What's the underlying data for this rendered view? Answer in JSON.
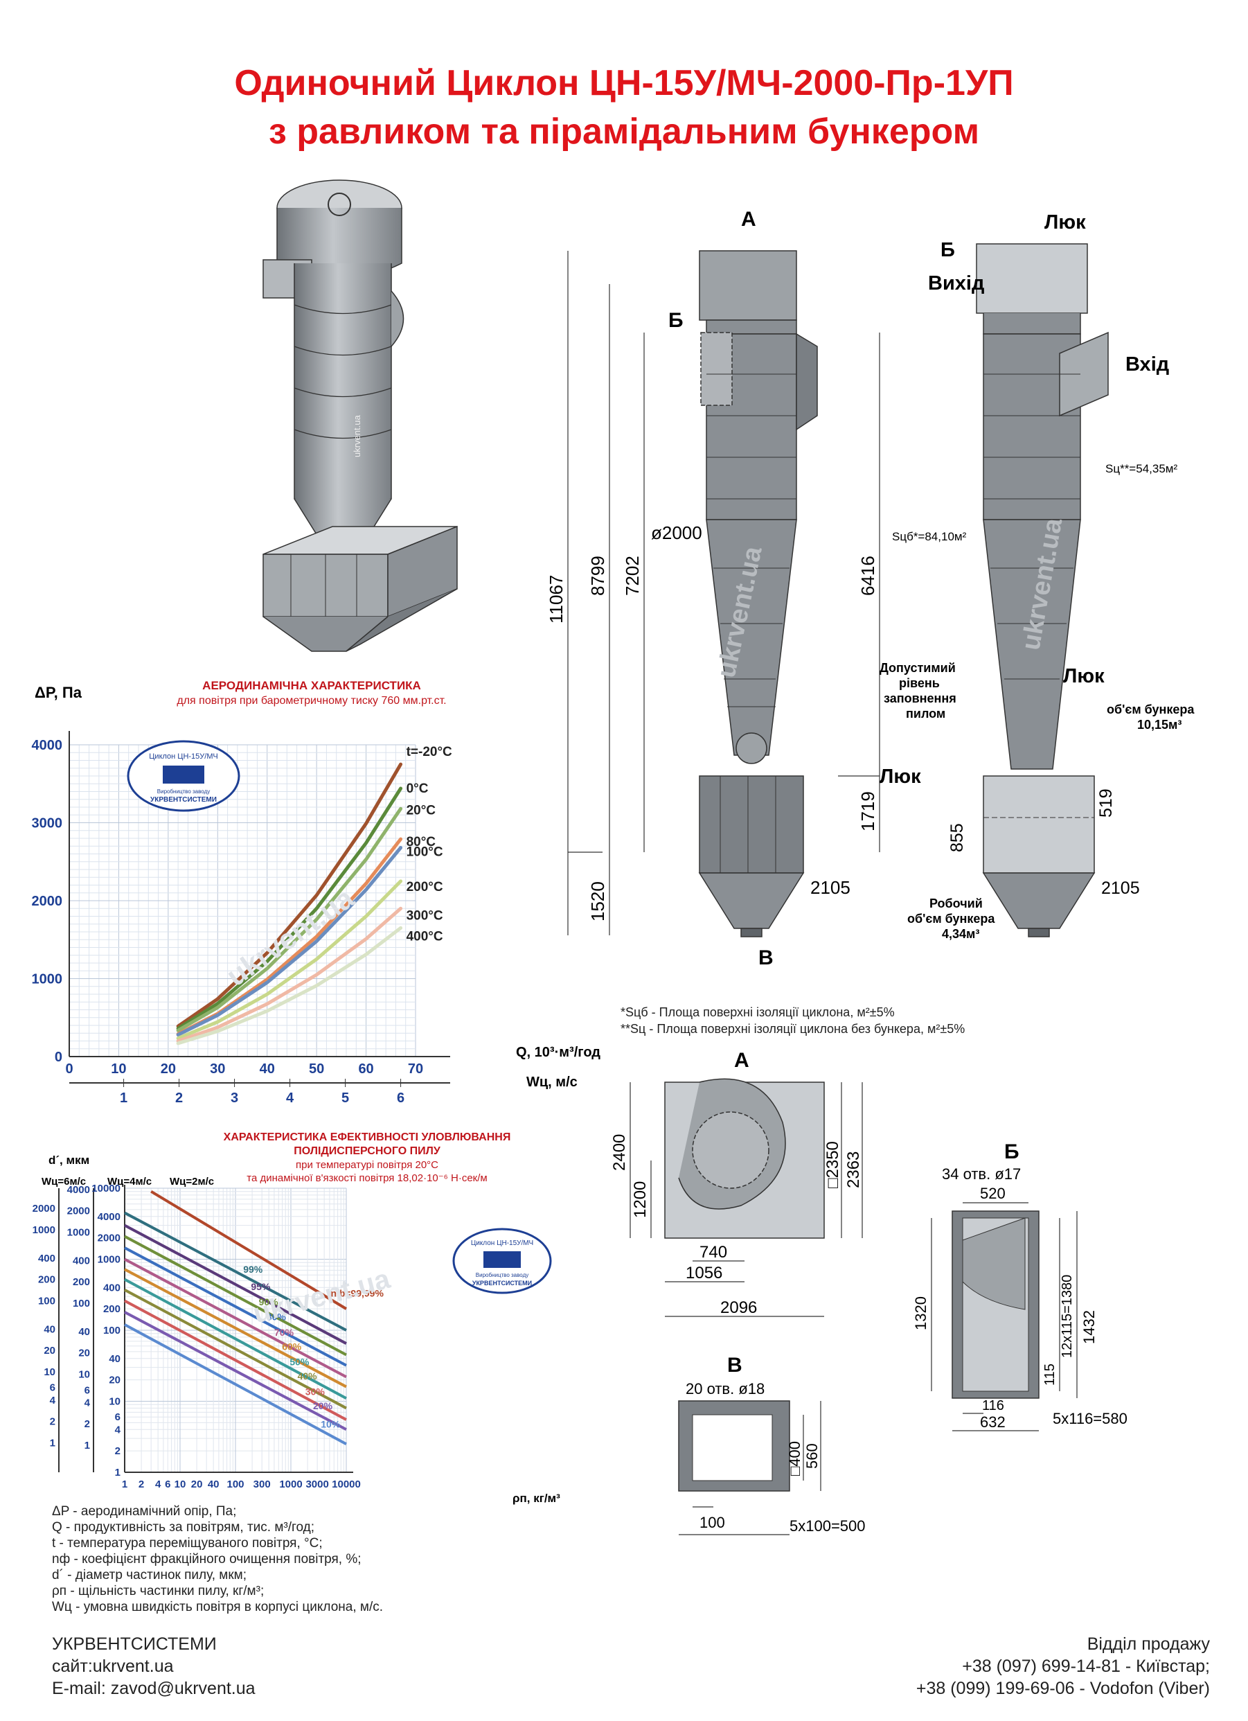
{
  "header": {
    "title_line1": "Одиночний Циклон  ЦН-15У/МЧ-2000-Пр-1УП",
    "title_line2": "з равликом та пірамідальним бункером"
  },
  "watermark": "ukrvent.ua",
  "side_view": {
    "label_a": "А",
    "label_b": "Б",
    "label_v": "В",
    "dims": {
      "h_total": "11067",
      "h_8799": "8799",
      "h_7202": "7202",
      "h_6416": "6416",
      "h_1719": "1719",
      "h_1520": "1520",
      "diameter": "ø2000",
      "w_2105": "2105"
    }
  },
  "right_view": {
    "luk_top": "Люк",
    "label_b": "Б",
    "out_label": "Вихід",
    "in_label": "Вхід",
    "area_no_bunker": "Sц**=54,35м²",
    "area_total": "Sцб*=84,10м²",
    "fill_level": [
      "Допустимий",
      "рівень",
      "заповнення",
      "пилом"
    ],
    "luk_mid": "Люк",
    "luk_left": "Люк",
    "bunker_volume": [
      "об'єм бункера",
      "10,15м³"
    ],
    "work_volume": [
      "Робочий",
      "об'єм бункера",
      "4,34м³"
    ],
    "dims": {
      "d_519": "519",
      "d_855": "855",
      "d_2105": "2105"
    }
  },
  "notes": {
    "note1": "*Sцб - Площа поверхні ізоляції циклона, м²±5%",
    "note2": "**Sц - Площа поверхні ізоляції циклона без бункера, м²±5%"
  },
  "aero_chart": {
    "title": "АЕРОДИНАМІЧНА ХАРАКТЕРИСТИКА",
    "subtitle": "для повітря при барометричному тиску 760 мм.рт.ст.",
    "ylabel": "ΔP, Па",
    "xlabel1": "Q, 10³·м³/год",
    "xlabel2": "Wц, м/с",
    "stamp": [
      "Циклон ЦН-15У/МЧ",
      "Виробництво заводу",
      "УКРВЕНТСИСТЕМИ"
    ]
  },
  "eff_chart": {
    "title": [
      "ХАРАКТЕРИСТИКА ЕФЕКТИВНОСТІ УЛОВЛЮВАННЯ",
      "ПОЛІДИСПЕРСНОГО ПИЛУ"
    ],
    "subtitle": [
      "при температурі повітря 20°С",
      "та динамічної в'язкості повітря  18,02·10⁻⁶ Н·сек/м"
    ],
    "axis_headers": {
      "d": "d´, мкм",
      "w6": "Wц=6м/с",
      "w4": "Wц=4м/с",
      "w2": "Wц=2м/с"
    },
    "xlabel": "ρп, кг/м³",
    "stamp": [
      "Циклон ЦН-15У/МЧ",
      "Виробництво заводу",
      "УКРВЕНТСИСТЕМИ"
    ]
  },
  "chart_data": [
    {
      "type": "line",
      "title": "АЕРОДИНАМІЧНА ХАРАКТЕРИСТИКА",
      "xlabel": "Q, 10³·м³/год",
      "ylabel": "ΔP, Па",
      "xlim": [
        0,
        70
      ],
      "ylim": [
        0,
        4000
      ],
      "x_ticks": [
        0,
        10,
        20,
        30,
        40,
        50,
        60,
        70
      ],
      "y_ticks": [
        0,
        1000,
        2000,
        3000,
        4000
      ],
      "x2_ticks": [
        1,
        2,
        3,
        4,
        5,
        6
      ],
      "grid": true,
      "x": [
        22,
        30,
        40,
        50,
        60,
        67
      ],
      "series": [
        {
          "name": "t=-20°C",
          "color": "#a0522d",
          "values": [
            390,
            740,
            1330,
            2070,
            2990,
            3750
          ]
        },
        {
          "name": "0°C",
          "color": "#5a8a3a",
          "values": [
            360,
            680,
            1220,
            1900,
            2740,
            3440
          ]
        },
        {
          "name": "20°C",
          "color": "#8fb36b",
          "values": [
            335,
            630,
            1130,
            1760,
            2530,
            3180
          ]
        },
        {
          "name": "80°C",
          "color": "#e58b5a",
          "values": [
            290,
            550,
            990,
            1540,
            2220,
            2790
          ]
        },
        {
          "name": "100°C",
          "color": "#6a8dbf",
          "values": [
            280,
            530,
            950,
            1480,
            2140,
            2680
          ]
        },
        {
          "name": "200°C",
          "color": "#c8d88a",
          "values": [
            235,
            445,
            800,
            1250,
            1800,
            2250
          ]
        },
        {
          "name": "300°C",
          "color": "#f0b9a5",
          "values": [
            200,
            375,
            675,
            1050,
            1510,
            1900
          ]
        },
        {
          "name": "400°C",
          "color": "#d9e3c6",
          "values": [
            170,
            325,
            585,
            910,
            1310,
            1650
          ]
        }
      ]
    },
    {
      "type": "line",
      "title": "ХАРАКТЕРИСТИКА ЕФЕКТИВНОСТІ УЛОВЛЮВАННЯ ПОЛІДИСПЕРСНОГО ПИЛУ",
      "xlabel": "ρп, кг/м³",
      "log_x": true,
      "log_y": true,
      "x_ticks": [
        1,
        2,
        4,
        6,
        10,
        20,
        40,
        100,
        300,
        1000,
        3000,
        10000
      ],
      "y_ticks_w2": [
        1,
        2,
        4,
        6,
        10,
        20,
        40,
        100,
        200,
        400,
        1000,
        2000,
        4000,
        10000
      ],
      "y_ticks_w4": [
        1,
        2,
        4,
        6,
        10,
        20,
        40,
        100,
        200,
        400,
        1000,
        2000,
        4000
      ],
      "y_ticks_d": [
        1,
        2,
        4,
        6,
        10,
        20,
        40,
        100,
        200,
        400,
        1000,
        2000,
        4000
      ],
      "grid": true,
      "series": [
        {
          "name": "nф=99,99%",
          "color": "#b2472a",
          "start": [
            3,
            9000
          ],
          "end": [
            10000,
            200
          ]
        },
        {
          "name": "99%",
          "color": "#2f6f7f",
          "start": [
            1,
            4500
          ],
          "end": [
            10000,
            100
          ]
        },
        {
          "name": "95%",
          "color": "#5a3a7a",
          "start": [
            1,
            3000
          ],
          "end": [
            10000,
            65
          ]
        },
        {
          "name": "90%",
          "color": "#6f8f3a",
          "start": [
            1,
            2100
          ],
          "end": [
            10000,
            45
          ]
        },
        {
          "name": "80%",
          "color": "#3a6fbf",
          "start": [
            1,
            1450
          ],
          "end": [
            10000,
            32
          ]
        },
        {
          "name": "70%",
          "color": "#b05a8a",
          "start": [
            1,
            1000
          ],
          "end": [
            10000,
            22
          ]
        },
        {
          "name": "60%",
          "color": "#d08a30",
          "start": [
            1,
            720
          ],
          "end": [
            10000,
            16
          ]
        },
        {
          "name": "50%",
          "color": "#3a9a9a",
          "start": [
            1,
            520
          ],
          "end": [
            10000,
            11
          ]
        },
        {
          "name": "40%",
          "color": "#8a8a3a",
          "start": [
            1,
            370
          ],
          "end": [
            10000,
            8
          ]
        },
        {
          "name": "30%",
          "color": "#d05a5a",
          "start": [
            1,
            260
          ],
          "end": [
            10000,
            5.5
          ]
        },
        {
          "name": "20%",
          "color": "#7a5ab0",
          "start": [
            1,
            180
          ],
          "end": [
            10000,
            4
          ]
        },
        {
          "name": "10%",
          "color": "#5a8ad0",
          "start": [
            1,
            120
          ],
          "end": [
            10000,
            2.5
          ]
        }
      ]
    }
  ],
  "view_a": {
    "label": "А",
    "dims": {
      "d_2400": "2400",
      "d_1200": "1200",
      "d_2350": "□2350",
      "d_2363": "2363",
      "d_740": "740",
      "d_1056": "1056",
      "d_2096": "2096"
    }
  },
  "view_v": {
    "label": "В",
    "holes": "20 отв. ø18",
    "dims": {
      "d_400": "□400",
      "d_560": "560",
      "d_100": "100",
      "d_500": "5x100=500"
    }
  },
  "view_b": {
    "label": "Б",
    "holes": "34 отв. ø17",
    "dims": {
      "d_520": "520",
      "d_1320": "1320",
      "d_115": "115",
      "d_1380": "12x115=1380",
      "d_1432": "1432",
      "d_116": "116",
      "d_580": "5x116=580",
      "d_632": "632"
    }
  },
  "legend": [
    "ΔP - аеродинамічний опір, Па;",
    "Q - продуктивність за повітрям, тис. м³/год;",
    "t - температура переміщуваного повітря, °С;",
    "nф - коефіцієнт фракційного очищення повітря, %;",
    "d´ - діаметр частинок пилу, мкм;",
    "ρп - щільність частинки пилу, кг/м³;",
    "Wц - умовна швидкість повітря в корпусі циклона, м/с."
  ],
  "footer": {
    "company": "УКРВЕНТСИСТЕМИ",
    "site": "сайт:ukrvent.ua",
    "email": "E-mail: zavod@ukrvent.ua",
    "sales": "Відділ продажу",
    "phone1": "+38 (097) 699-14-81 - Київстар;",
    "phone2": "+38 (099) 199-69-06 - Vodofon (Viber)"
  },
  "colors": {
    "title": "#e0151b",
    "steel": "#8a8f94",
    "steel_dark": "#5f6469",
    "steel_light": "#c9cdd1"
  }
}
